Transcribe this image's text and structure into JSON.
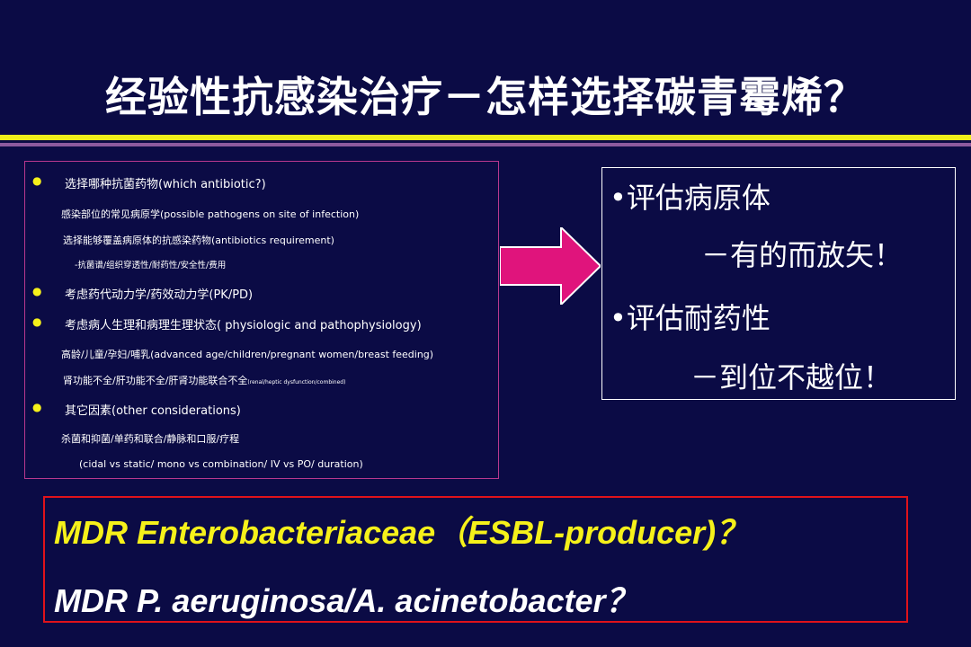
{
  "slide": {
    "title": "经验性抗感染治疗－怎样选择碳青霉烯？"
  },
  "left_panel": {
    "bullet_glyph": "●",
    "items": [
      {
        "text": "选择哪种抗菌药物(which antibiotic?)"
      },
      {
        "text": "感染部位的常见病原学(possible pathogens on site of infection)"
      },
      {
        "text": "选择能够覆盖病原体的抗感染药物(antibiotics requirement)"
      },
      {
        "text": "-抗菌谱/组织穿透性/耐药性/安全性/费用"
      },
      {
        "text": "考虑药代动力学/药效动力学(PK/PD)"
      },
      {
        "text": "考虑病人生理和病理生理状态( physiologic and pathophysiology)"
      },
      {
        "text": "高龄/儿童/孕妇/哺乳(advanced age/children/pregnant women/breast feeding)"
      },
      {
        "text": "肾功能不全/肝功能不全/肝肾功能联合不全",
        "small": "(renal/heptic dysfunction/combined)"
      },
      {
        "text": "其它因素(other considerations)"
      },
      {
        "text": "杀菌和抑菌/单药和联合/静脉和口服/疗程"
      },
      {
        "text": "(cidal vs static/ mono vs combination/ IV vs PO/ duration)"
      }
    ]
  },
  "right_panel": {
    "line1": "•评估病原体",
    "line2": "－有的而放矢！",
    "line3": "•评估耐药性",
    "line4": "－到位不越位！"
  },
  "bottom_panel": {
    "line1": "MDR Enterobacteriaceae（ESBL-producer)？",
    "line2": "MDR P. aeruginosa/A. acinetobacter？"
  },
  "colors": {
    "background": "#0b0b45",
    "accent_yellow": "#f0ef1a",
    "accent_purple": "#8e5a9e",
    "arrow": "#e0147c",
    "border_red": "#e0131a",
    "border_magenta": "#b8388e"
  }
}
